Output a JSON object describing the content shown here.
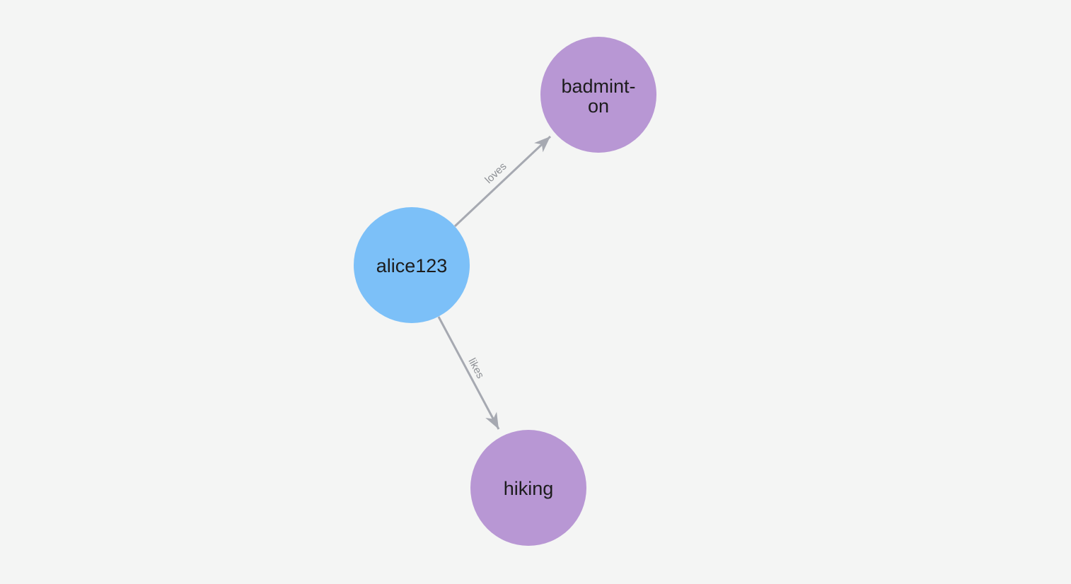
{
  "page": {
    "background_color": "#f4f5f4"
  },
  "graph": {
    "nodes": [
      {
        "label": "alice123",
        "color": "#7cc0f8",
        "text_color": "#1c1c1c"
      },
      {
        "label": "badminton",
        "label_lines": [
          "badmint-",
          "on"
        ],
        "color": "#b897d4",
        "text_color": "#1c1c1c"
      },
      {
        "label": "hiking",
        "color": "#b897d4",
        "text_color": "#1c1c1c"
      }
    ],
    "edges": [
      {
        "from": "alice123",
        "to": "badminton",
        "label": "loves",
        "color": "#a6a9b1",
        "label_color": "#8c8f94"
      },
      {
        "from": "alice123",
        "to": "hiking",
        "label": "likes",
        "color": "#a6a9b1",
        "label_color": "#8c8f94"
      }
    ]
  }
}
